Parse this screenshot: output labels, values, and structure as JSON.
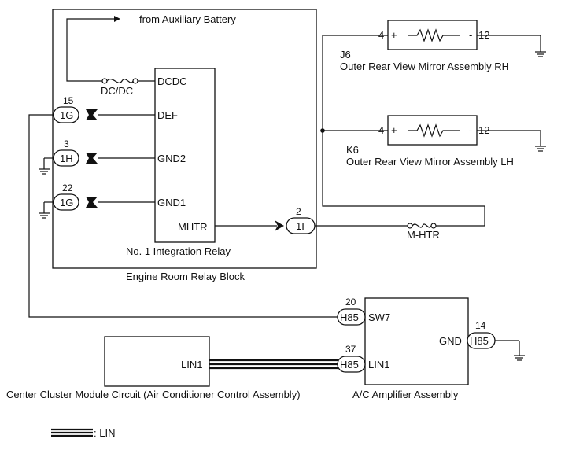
{
  "relay_block": {
    "label": "Engine Room Relay Block",
    "relay_label": "No. 1 Integration Relay",
    "terminals": {
      "dcdc": "DCDC",
      "def": "DEF",
      "gnd2": "GND2",
      "gnd1": "GND1",
      "mhtr": "MHTR"
    },
    "fuse_dcdc": "DC/DC",
    "from_battery": "from Auxiliary Battery",
    "connectors": [
      {
        "pin": "15",
        "id": "1G"
      },
      {
        "pin": "3",
        "id": "1H"
      },
      {
        "pin": "22",
        "id": "1G"
      },
      {
        "pin": "2",
        "id": "1I"
      }
    ]
  },
  "fuse_mhtr": "M-HTR",
  "mirrors": {
    "rh": {
      "code": "J6",
      "name": "Outer Rear View Mirror Assembly RH",
      "pin_in": "4",
      "pin_out": "12",
      "plus": "+",
      "minus": "-"
    },
    "lh": {
      "code": "K6",
      "name": "Outer Rear View Mirror Assembly LH",
      "pin_in": "4",
      "pin_out": "12",
      "plus": "+",
      "minus": "-"
    }
  },
  "amplifier": {
    "name": "A/C Amplifier Assembly",
    "terminals": {
      "sw7": "SW7",
      "lin1": "LIN1",
      "gnd": "GND"
    },
    "connectors": [
      {
        "pin": "20",
        "id": "H85"
      },
      {
        "pin": "37",
        "id": "H85"
      },
      {
        "pin": "14",
        "id": "H85"
      }
    ]
  },
  "center_cluster": {
    "name": "Center Cluster Module Circuit (Air Conditioner Control Assembly)",
    "terminal": "LIN1"
  },
  "legend": {
    "lin_label": ": LIN"
  }
}
